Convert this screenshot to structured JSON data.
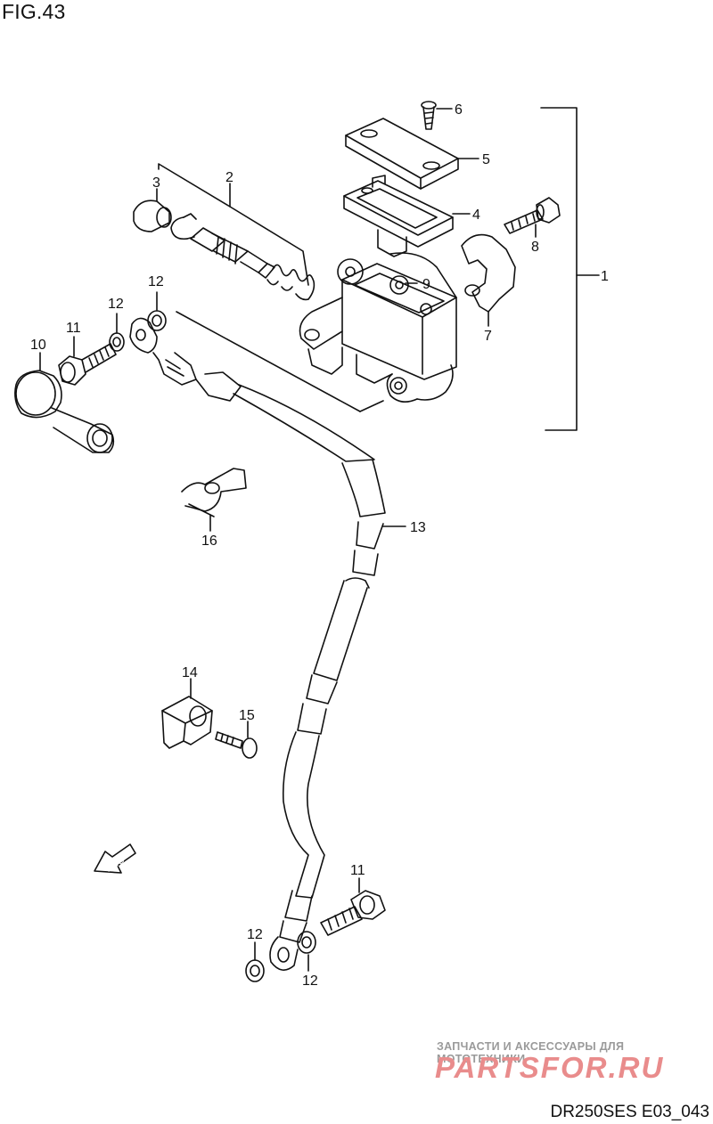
{
  "figure": {
    "title": "FIG.43",
    "code": "DR250SES E03_043"
  },
  "watermark": {
    "tagline": "ЗАПЧАСТИ И АКСЕССУАРЫ ДЛЯ МОТОТЕХНИКИ",
    "brand": "PARTSFOR.RU"
  },
  "fwd_label": "FWD",
  "callouts": {
    "c1": "1",
    "c2": "2",
    "c3": "3",
    "c4": "4",
    "c5": "5",
    "c6": "6",
    "c7": "7",
    "c8": "8",
    "c9": "9",
    "c10": "10",
    "c11a": "11",
    "c11b": "11",
    "c12a": "12",
    "c12b": "12",
    "c12c": "12",
    "c12d": "12",
    "c13": "13",
    "c14": "14",
    "c15": "15",
    "c16": "16"
  },
  "colors": {
    "line": "#111111",
    "watermark_red": "#e98c8c",
    "watermark_gray": "#9a9a9a"
  }
}
